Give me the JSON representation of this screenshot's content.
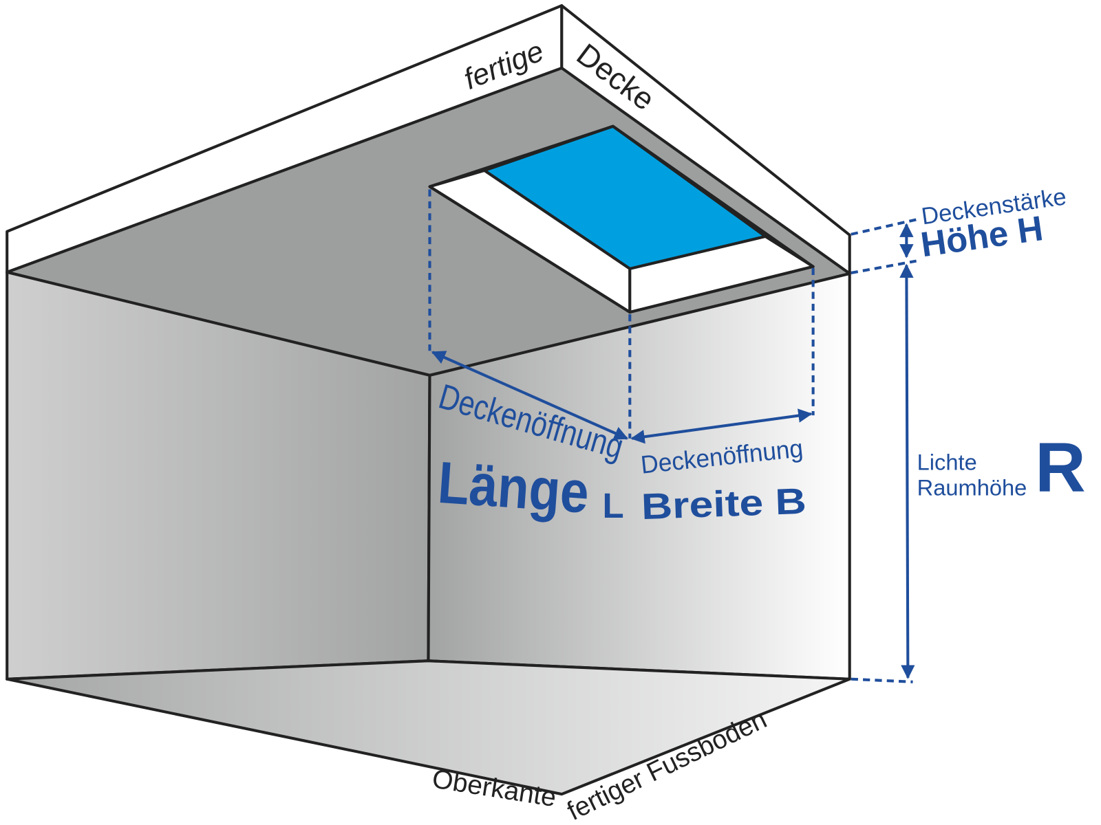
{
  "labels": {
    "ceiling_word1": "fertige",
    "ceiling_word2": "Decke",
    "thickness_label": "Deckenstärke",
    "thickness_symbol": "Höhe H",
    "length_label": "Deckenöffnung",
    "length_word": "Länge",
    "length_symbol": "L",
    "width_label": "Deckenöffnung",
    "width_symbol": "Breite B",
    "height_line1": "Lichte",
    "height_line2": "Raumhöhe",
    "height_symbol": "R",
    "floor_word1": "Oberkante",
    "floor_word2": "fertiger Fussboden"
  },
  "colors": {
    "accent": "#1f4e9c",
    "opening": "#00a0e0",
    "ceiling": "#9d9e9e",
    "outline": "#222222"
  }
}
